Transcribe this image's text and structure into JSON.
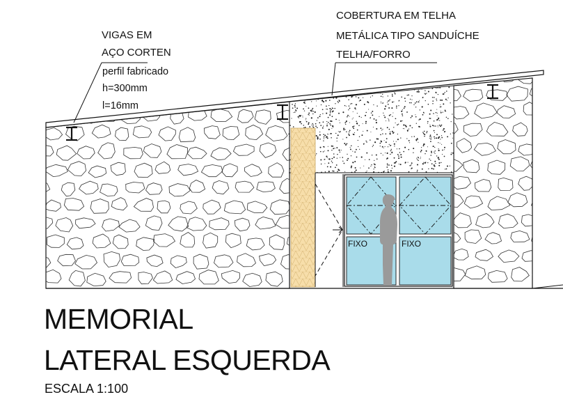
{
  "labels": {
    "beams": {
      "line1": "VIGAS EM",
      "line2": "AÇO CORTEN",
      "line3": "perfil fabricado",
      "line4": "h=300mm",
      "line5": "l=16mm"
    },
    "roof": {
      "line1": "COBERTURA EM TELHA",
      "line2": "METÁLICA TIPO SANDUÍCHE",
      "line3": "TELHA/FORRO"
    },
    "window_left": "FIXO",
    "window_right": "FIXO"
  },
  "title": {
    "line1": "MEMORIAL",
    "line2": "LATERAL ESQUERDA"
  },
  "scale": "ESCALA 1:100",
  "colors": {
    "stroke": "#111111",
    "glass": "#a9dcea",
    "wood": "#f7deaa",
    "silhouette": "#9a9a9a"
  }
}
